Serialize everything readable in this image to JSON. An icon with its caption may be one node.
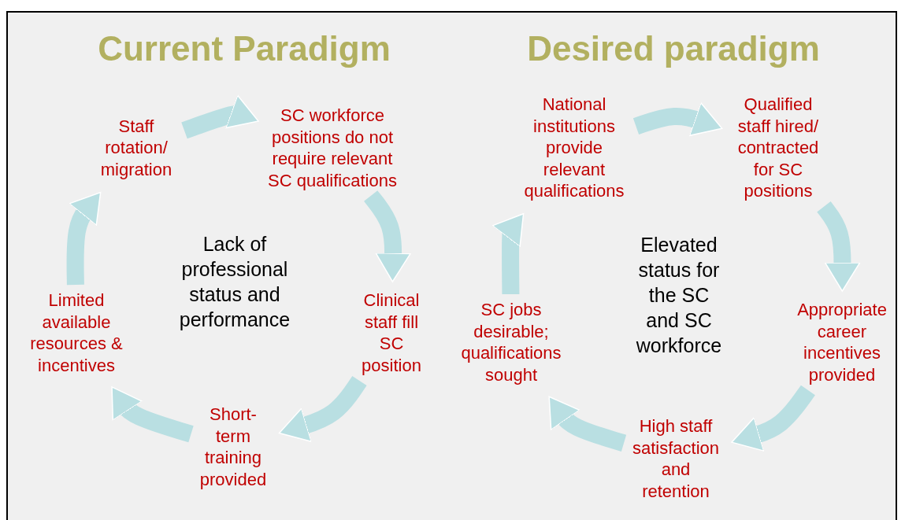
{
  "diagram": {
    "nodes": [
      {
        "text": [
          "Staff rotation/ migration"
        ]
      },
      {
        "text": [
          "SC workforce positions do not require relevant SC qualifications"
        ]
      },
      {
        "text": [
          "Clinical staff fill SC position"
        ]
      },
      {
        "text": [
          "Short-term training provided"
        ]
      },
      {
        "text": [
          "Limited available resources & incentives"
        ]
      },
      {
        "text": [
          "National institutions provide relevant qualifications"
        ]
      },
      {
        "text": [
          "Qualified staff hired/ contracted for SC positions"
        ]
      },
      {
        "text": [
          "Appropriate career incentives provided"
        ]
      },
      {
        "text": [
          "High staff satisfaction and retention"
        ]
      },
      {
        "text": [
          "SC jobs desirable; qualifications sought"
        ]
      }
    ],
    "edges": [
      {
        "from": 0,
        "to": 1,
        "arrow": "to"
      },
      {
        "from": 1,
        "to": 2,
        "arrow": "to"
      },
      {
        "from": 2,
        "to": 3,
        "arrow": "to"
      },
      {
        "from": 3,
        "to": 4,
        "arrow": "to"
      },
      {
        "from": 4,
        "to": 0,
        "arrow": "to"
      },
      {
        "from": 5,
        "to": 6,
        "arrow": "to"
      },
      {
        "from": 6,
        "to": 7,
        "arrow": "to"
      },
      {
        "from": 7,
        "to": 8,
        "arrow": "to"
      },
      {
        "from": 8,
        "to": 9,
        "arrow": "to"
      },
      {
        "from": 9,
        "to": 5,
        "arrow": "to"
      }
    ],
    "labels": [
      "Current Paradigm",
      "Desired paradigm",
      "Lack of professional status and performance",
      "Elevated status for the SC and SC workforce"
    ]
  }
}
